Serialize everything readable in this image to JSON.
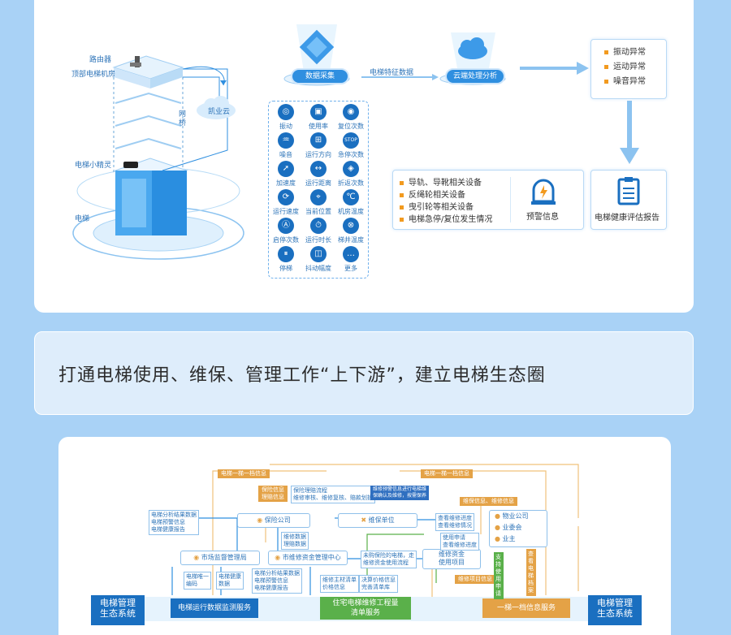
{
  "top": {
    "elevator_labels": {
      "router": "路由器",
      "machine_room": "顶部电梯机房",
      "sprite": "电梯小精灵",
      "elevator": "电梯",
      "bridge": "网桥",
      "cloud": "凯业云"
    },
    "data_collect": "数据采集",
    "feature_data": "电梯特征数据",
    "cloud_analysis": "云端处理分析",
    "sensors": [
      {
        "label": "振动",
        "icon": "vibration-icon"
      },
      {
        "label": "使用率",
        "icon": "usage-icon"
      },
      {
        "label": "复位次数",
        "icon": "reset-icon"
      },
      {
        "label": "噪音",
        "icon": "noise-icon"
      },
      {
        "label": "运行方向",
        "icon": "direction-icon"
      },
      {
        "label": "急停次数",
        "icon": "stop-icon"
      },
      {
        "label": "加速度",
        "icon": "acceleration-icon"
      },
      {
        "label": "运行距离",
        "icon": "distance-icon"
      },
      {
        "label": "折返次数",
        "icon": "return-icon"
      },
      {
        "label": "运行速度",
        "icon": "speed-icon"
      },
      {
        "label": "当前位置",
        "icon": "location-icon"
      },
      {
        "label": "机房温度",
        "icon": "thermometer-icon"
      },
      {
        "label": "启停次数",
        "icon": "start-stop-icon"
      },
      {
        "label": "运行时长",
        "icon": "duration-icon"
      },
      {
        "label": "梯井温度",
        "icon": "shaft-temp-icon"
      },
      {
        "label": "停梯",
        "icon": "halt-icon"
      },
      {
        "label": "抖动幅度",
        "icon": "shake-icon"
      },
      {
        "label": "更多",
        "icon": "more-icon"
      }
    ],
    "anomalies": [
      "振动异常",
      "运动异常",
      "噪音异常"
    ],
    "devices": [
      "导轨、导靴相关设备",
      "反绳轮相关设备",
      "曳引轮等相关设备",
      "电梯急停/复位发生情况"
    ],
    "warning": "预警信息",
    "report": "电梯健康评估报告"
  },
  "banner": "打通电梯使用、维保、管理工作“上下游”，建立电梯生态圈",
  "eco": {
    "side_left": "电梯管理\n生态系统",
    "side_right": "电梯管理\n生态系统",
    "bottom": [
      "电梯运行数据监测服务",
      "住宅电梯维修工程量\n清单服务",
      "一梯一档信息服务"
    ],
    "nodes": {
      "insurer": "保险公司",
      "maintenance": "维保单位",
      "market": "市场监督管理局",
      "fund": "市维修资金管理中心",
      "fund_use": "维修资金\n使用项目",
      "property": "物业公司",
      "committee": "业委会",
      "owner": "业主"
    },
    "tags": {
      "one_file_l": "电梯一梯一档信息",
      "one_file_r": "电梯一梯一档信息",
      "ins_info": "保险信息\n理赔信息",
      "ins_flow": "保险理赔流程\n维修审核、维修复核、赔款划拨",
      "maint_flow": "维修预警信息进行电梯维\n保确认及维修，按需保养",
      "report_left": "电梯分析结果数据\n电梯预警信息\n电梯健康报告",
      "maint_info": "维保信息、维修信息",
      "view_progress": "查看维修进度\n查看维修情况",
      "use_apply": "使用申请\n查看维修进度",
      "fund_data": "维修数据\n理赔数据",
      "not_insured": "未购保险的电梯，走\n维修资金使用流程",
      "code": "电梯唯一\n编码",
      "health": "电梯健康\n数据",
      "report_mid": "电梯分析结果数据\n电梯预警信息\n电梯健康报告",
      "material_price": "维修主材清单\n价格信息",
      "settle": "决算价格信息\n完善清单库",
      "project_info": "维修项目信息",
      "support_apply": "支持使用申请",
      "view_file": "查看电梯档案"
    }
  },
  "colors": {
    "accent": "#2f8fe0",
    "orange": "#f29a1f",
    "green": "#5ab04a",
    "navy": "#1a6fc0"
  }
}
